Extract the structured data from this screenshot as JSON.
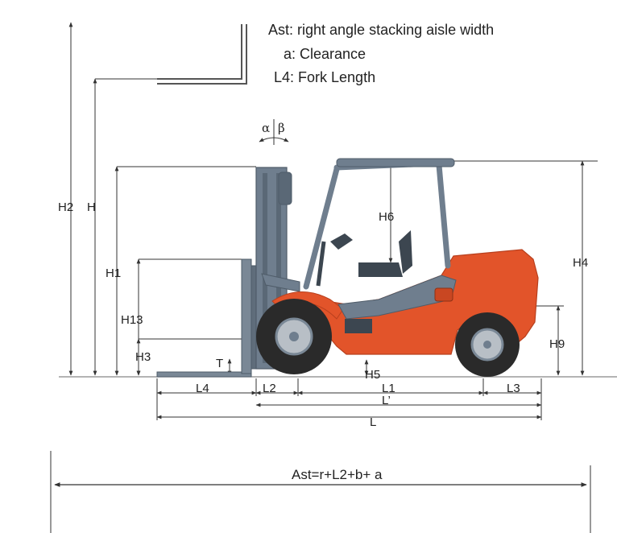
{
  "legend": {
    "ast": "Ast: right angle stacking aisle width",
    "a": "a: Clearance",
    "l4": "L4:  Fork Length"
  },
  "dims": {
    "h2": "H2",
    "h": "H",
    "h1": "H1",
    "h13": "H13",
    "h3": "H3",
    "t": "T",
    "h6": "H6",
    "h4": "H4",
    "h9": "H9",
    "h5": "H5",
    "l4": "L4",
    "l2": "L2",
    "l1": "L1",
    "l3": "L3",
    "lprime": "L’",
    "l": "L",
    "alpha": "α",
    "beta": "β"
  },
  "formula": "Ast=r+L2+b+ a",
  "colors": {
    "body": "#e2542a",
    "body_dark": "#b8401e",
    "mast": "#6f7e8e",
    "mast_dark": "#4f5c69",
    "tire": "#2a2a2a",
    "hub": "#b8bfc6",
    "line": "#333333",
    "ground": "#888888"
  }
}
